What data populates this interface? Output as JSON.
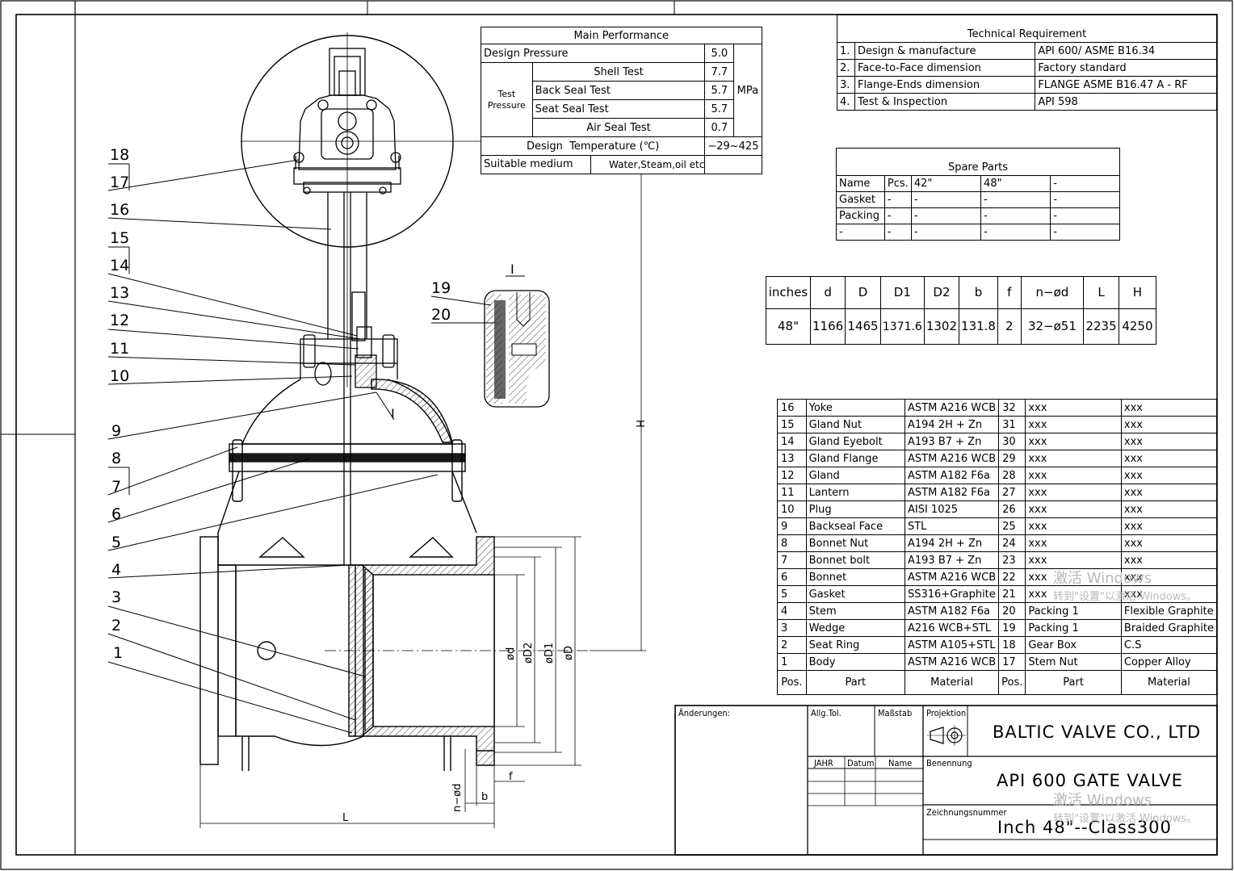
{
  "main_performance": {
    "title": "Main Performance",
    "design_pressure_label": "Design Pressure",
    "design_pressure_value": "5.0",
    "test_pressure_label": "Test Pressure",
    "unit": "MPa",
    "tests": [
      {
        "label": "Shell Test",
        "value": "7.7"
      },
      {
        "label": "Back Seal Test",
        "value": "5.7"
      },
      {
        "label": "Seat Seal Test",
        "value": "5.7"
      },
      {
        "label": "Air Seal Test",
        "value": "0.7"
      }
    ],
    "design_temperature_label": "Design",
    "design_temperature_label2": "Temperature (℃)",
    "design_temperature_value": "−29~425",
    "suitable_medium_label": "Suitable medium",
    "suitable_medium_value": "Water,Steam,oil etc"
  },
  "technical_requirement": {
    "title": "Technical Requirement",
    "rows": [
      {
        "no": "1.",
        "item": "Design & manufacture",
        "value": "API 600/ ASME B16.34"
      },
      {
        "no": "2.",
        "item": "Face-to-Face dimension",
        "value": "Factory standard"
      },
      {
        "no": "3.",
        "item": "Flange-Ends dimension",
        "value": "FLANGE ASME B16.47 A - RF"
      },
      {
        "no": "4.",
        "item": "Test & Inspection",
        "value": "API 598"
      }
    ]
  },
  "spare_parts": {
    "title": "Spare Parts",
    "headers": [
      "Name",
      "Pcs.",
      "42\"",
      "48\"",
      "-"
    ],
    "rows": [
      [
        "Gasket",
        "-",
        "-",
        "-",
        "-"
      ],
      [
        "Packing",
        "-",
        "-",
        "-",
        "-"
      ],
      [
        "-",
        "-",
        "-",
        "-",
        "-"
      ]
    ]
  },
  "dimensions": {
    "headers": [
      "inches",
      "d",
      "D",
      "D1",
      "D2",
      "b",
      "f",
      "n−ød",
      "L",
      "H"
    ],
    "values": [
      "48\"",
      "1166",
      "1465",
      "1371.6",
      "1302",
      "131.8",
      "2",
      "32−ø51",
      "2235",
      "4250"
    ]
  },
  "parts_list": {
    "footer": [
      "Pos.",
      "Part",
      "Material",
      "Pos.",
      "Part",
      "Material"
    ],
    "rows": [
      [
        "16",
        "Yoke",
        "ASTM A216 WCB",
        "32",
        "xxx",
        "xxx"
      ],
      [
        "15",
        "Gland Nut",
        "A194 2H + Zn",
        "31",
        "xxx",
        "xxx"
      ],
      [
        "14",
        "Gland Eyebolt",
        "A193 B7 + Zn",
        "30",
        "xxx",
        "xxx"
      ],
      [
        "13",
        "Gland Flange",
        "ASTM A216 WCB",
        "29",
        "xxx",
        "xxx"
      ],
      [
        "12",
        "Gland",
        "ASTM A182 F6a",
        "28",
        "xxx",
        "xxx"
      ],
      [
        "11",
        "Lantern",
        "ASTM A182 F6a",
        "27",
        "xxx",
        "xxx"
      ],
      [
        "10",
        "Plug",
        "AISI 1025",
        "26",
        "xxx",
        "xxx"
      ],
      [
        "9",
        "Backseal Face",
        "STL",
        "25",
        "xxx",
        "xxx"
      ],
      [
        "8",
        "Bonnet Nut",
        "A194 2H + Zn",
        "24",
        "xxx",
        "xxx"
      ],
      [
        "7",
        "Bonnet bolt",
        "A193 B7 + Zn",
        "23",
        "xxx",
        "xxx"
      ],
      [
        "6",
        "Bonnet",
        "ASTM A216 WCB",
        "22",
        "xxx",
        "xxx"
      ],
      [
        "5",
        "Gasket",
        "SS316+Graphite",
        "21",
        "xxx",
        "xxx"
      ],
      [
        "4",
        "Stem",
        "ASTM A182 F6a",
        "20",
        "Packing 1",
        "Flexible Graphite"
      ],
      [
        "3",
        "Wedge",
        "A216 WCB+STL",
        "19",
        "Packing 1",
        "Braided Graphite"
      ],
      [
        "2",
        "Seat Ring",
        "ASTM A105+STL",
        "18",
        "Gear Box",
        "C.S"
      ],
      [
        "1",
        "Body",
        "ASTM A216 WCB",
        "17",
        "Stem Nut",
        "Copper Alloy"
      ]
    ]
  },
  "title_block": {
    "changes_label": "Änderungen:",
    "general_tolerance_label": "Allg.Tol.",
    "scale_label": "Maßstab",
    "projection_label": "Projektion",
    "company": "BALTIC VALVE CO., LTD",
    "year_label": "JAHR",
    "date_label": "Datum",
    "name_label": "Name",
    "designation_label": "Benennung",
    "product_name": "API 600 GATE VALVE",
    "drawing_number_label": "Zeichnungsnummer",
    "drawing_number": "Inch 48\"--Class300"
  },
  "drawing": {
    "balloon_numbers": [
      "18",
      "17",
      "16",
      "15",
      "14",
      "13",
      "12",
      "11",
      "10",
      "9",
      "8",
      "7",
      "6",
      "5",
      "4",
      "3",
      "2",
      "1"
    ],
    "detail_balloons": [
      "19",
      "20"
    ],
    "detail_label": "I",
    "section_mark": "I",
    "dim_labels": {
      "H": "H",
      "L": "L",
      "d": "ød",
      "D2": "øD2",
      "D1": "øD1",
      "D": "øD",
      "f": "f",
      "b": "b",
      "nd": "n−ød"
    }
  },
  "watermark": {
    "line1": "激活 Windows",
    "line2": "转到\"设置\"以激活 Windows。"
  }
}
